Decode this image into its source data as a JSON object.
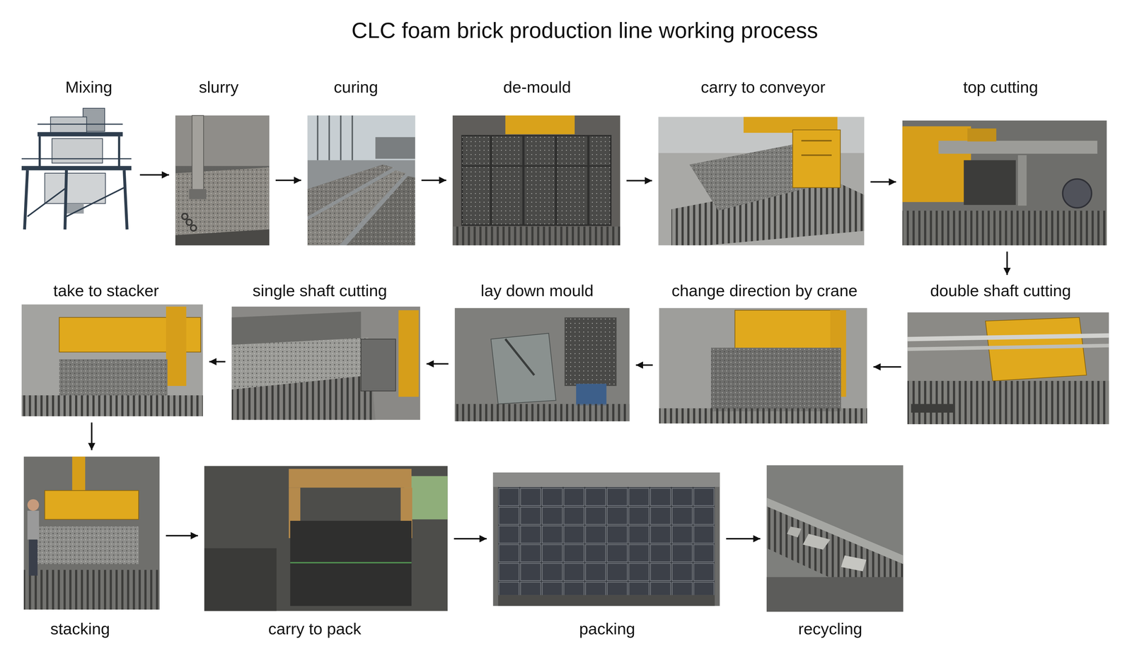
{
  "diagram": {
    "title": "CLC foam brick production line working process",
    "nodes": [
      {
        "text": [
          "Mixing"
        ]
      },
      {
        "text": [
          "slurry"
        ]
      },
      {
        "text": [
          "curing"
        ]
      },
      {
        "text": [
          "de-mould"
        ]
      },
      {
        "text": [
          "carry to conveyor"
        ]
      },
      {
        "text": [
          "top cutting"
        ]
      },
      {
        "text": [
          "double shaft cutting"
        ]
      },
      {
        "text": [
          "change direction by crane"
        ]
      },
      {
        "text": [
          "lay down mould"
        ]
      },
      {
        "text": [
          "single shaft cutting"
        ]
      },
      {
        "text": [
          "take to stacker"
        ]
      },
      {
        "text": [
          "stacking"
        ]
      },
      {
        "text": [
          "carry to pack"
        ]
      },
      {
        "text": [
          "packing"
        ]
      },
      {
        "text": [
          "recycling"
        ]
      }
    ],
    "edges": [
      {
        "from": 0,
        "to": 1,
        "arrow": "to"
      },
      {
        "from": 1,
        "to": 2,
        "arrow": "to"
      },
      {
        "from": 2,
        "to": 3,
        "arrow": "to"
      },
      {
        "from": 3,
        "to": 4,
        "arrow": "to"
      },
      {
        "from": 4,
        "to": 5,
        "arrow": "to"
      },
      {
        "from": 5,
        "to": 6,
        "arrow": "to"
      },
      {
        "from": 6,
        "to": 7,
        "arrow": "to"
      },
      {
        "from": 7,
        "to": 8,
        "arrow": "to"
      },
      {
        "from": 8,
        "to": 9,
        "arrow": "to"
      },
      {
        "from": 9,
        "to": 10,
        "arrow": "to"
      },
      {
        "from": 10,
        "to": 11,
        "arrow": "to"
      },
      {
        "from": 11,
        "to": 12,
        "arrow": "to"
      },
      {
        "from": 12,
        "to": 13,
        "arrow": "to"
      },
      {
        "from": 13,
        "to": 14,
        "arrow": "to"
      }
    ]
  }
}
